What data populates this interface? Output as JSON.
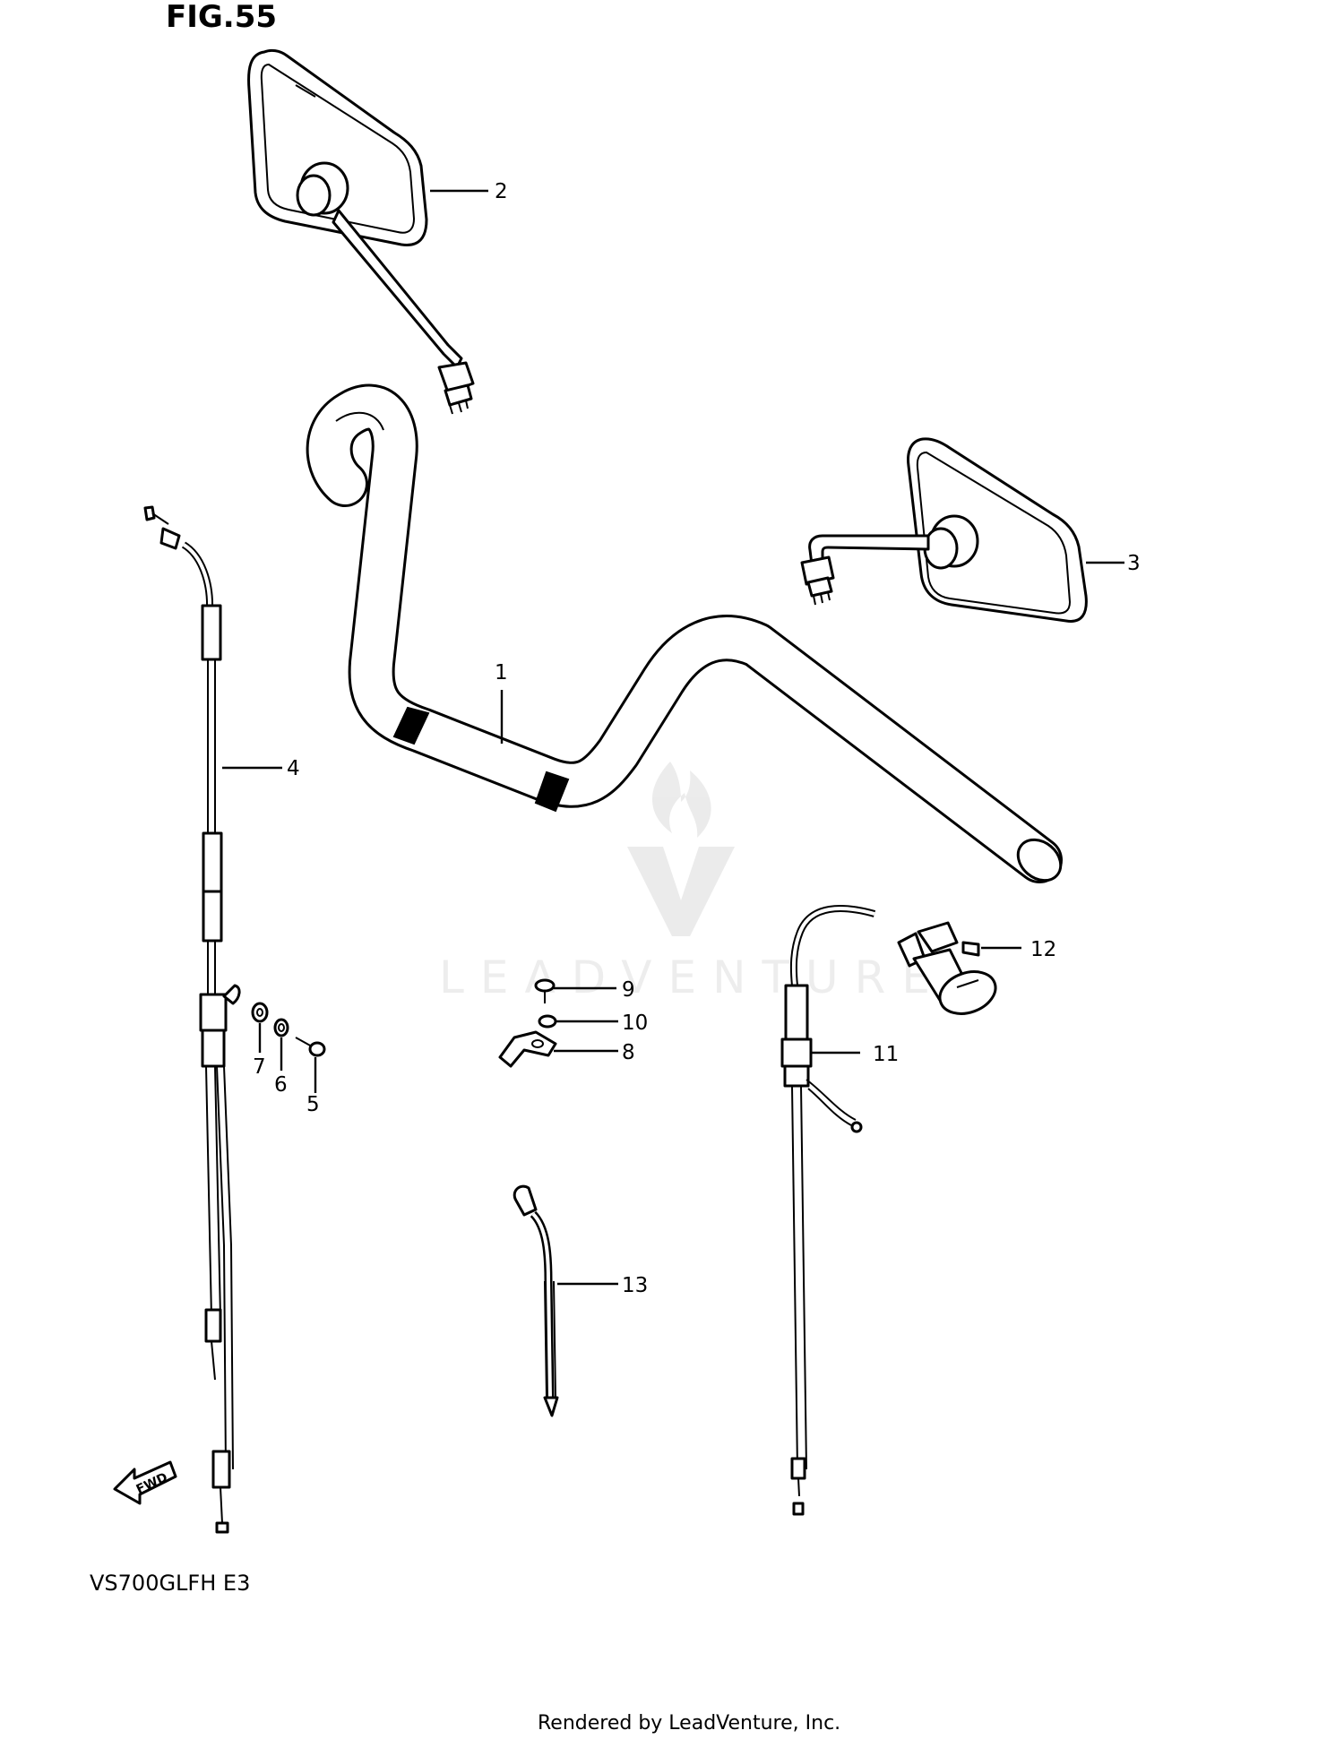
{
  "figure_label": "FIG.55",
  "model_label": "VS700GLFH E3",
  "footer_text": "Rendered by LeadVenture, Inc.",
  "watermark_text": "LEADVENTURE",
  "fwd_label": "FWD",
  "callouts": [
    "1",
    "2",
    "3",
    "4",
    "5",
    "6",
    "7",
    "8",
    "9",
    "10",
    "11",
    "12",
    "13"
  ],
  "colors": {
    "ink": "#000000",
    "watermark": "#e4e4e4",
    "background": "#ffffff"
  }
}
